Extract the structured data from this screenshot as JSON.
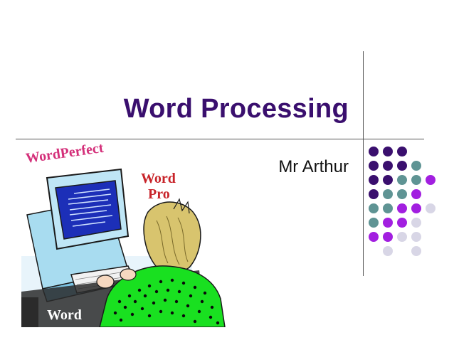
{
  "slide": {
    "title": "Word Processing",
    "subtitle": "Mr Arthur"
  },
  "clipart": {
    "label_wordperfect": "WordPerfect",
    "label_wordpro_line1": "Word",
    "label_wordpro_line2": "Pro",
    "label_word": "Word"
  },
  "colors": {
    "title": "#3a0f6e",
    "dark_purple": "#3a0f6e",
    "teal": "#5f9494",
    "violet": "#a21fe0",
    "lavender": "#d8d6e6",
    "lines": "#555555"
  },
  "decoration": {
    "dot_grid": [
      [
        "dark_purple",
        "dark_purple",
        "dark_purple",
        null,
        null
      ],
      [
        "dark_purple",
        "dark_purple",
        "dark_purple",
        "teal",
        null
      ],
      [
        "dark_purple",
        "dark_purple",
        "teal",
        "teal",
        "violet"
      ],
      [
        "dark_purple",
        "teal",
        "teal",
        "violet",
        null
      ],
      [
        "teal",
        "teal",
        "violet",
        "violet",
        "lavender"
      ],
      [
        "teal",
        "violet",
        "violet",
        "lavender",
        null
      ],
      [
        "violet",
        "violet",
        "lavender",
        "lavender",
        null
      ],
      [
        null,
        "lavender",
        null,
        "lavender",
        null
      ]
    ]
  }
}
